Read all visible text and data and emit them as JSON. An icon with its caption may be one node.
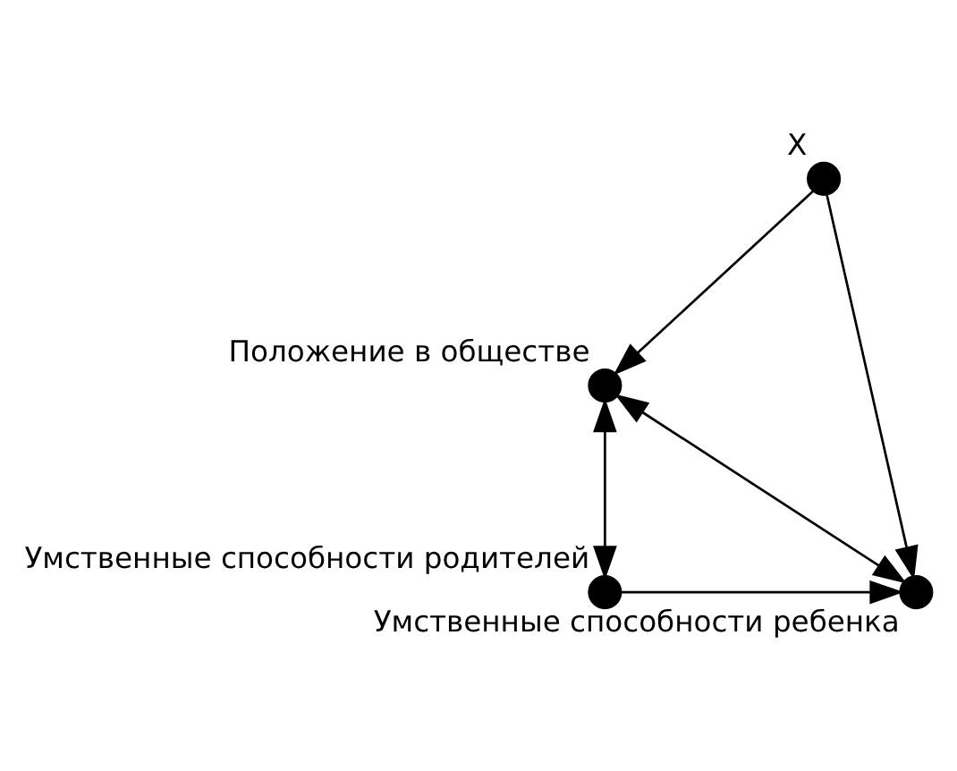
{
  "diagram": {
    "nodes": [
      {
        "text": [],
        "shape": "circle",
        "beside": [
          "X"
        ]
      },
      {
        "text": [],
        "shape": "circle",
        "beside": [
          "Положение в обществе"
        ]
      },
      {
        "text": [],
        "shape": "circle",
        "beside": [
          "Умственные способности родителей"
        ]
      },
      {
        "text": [],
        "shape": "circle",
        "beside": [
          "Умственные способности ребенка"
        ]
      }
    ],
    "edges": [
      {
        "from": 0,
        "to": 1,
        "arrow": "to"
      },
      {
        "from": 0,
        "to": 3,
        "arrow": "to"
      },
      {
        "from": 1,
        "to": 2,
        "arrow": "both"
      },
      {
        "from": 1,
        "to": 3,
        "arrow": "both"
      },
      {
        "from": 2,
        "to": 3,
        "arrow": "to"
      }
    ]
  }
}
